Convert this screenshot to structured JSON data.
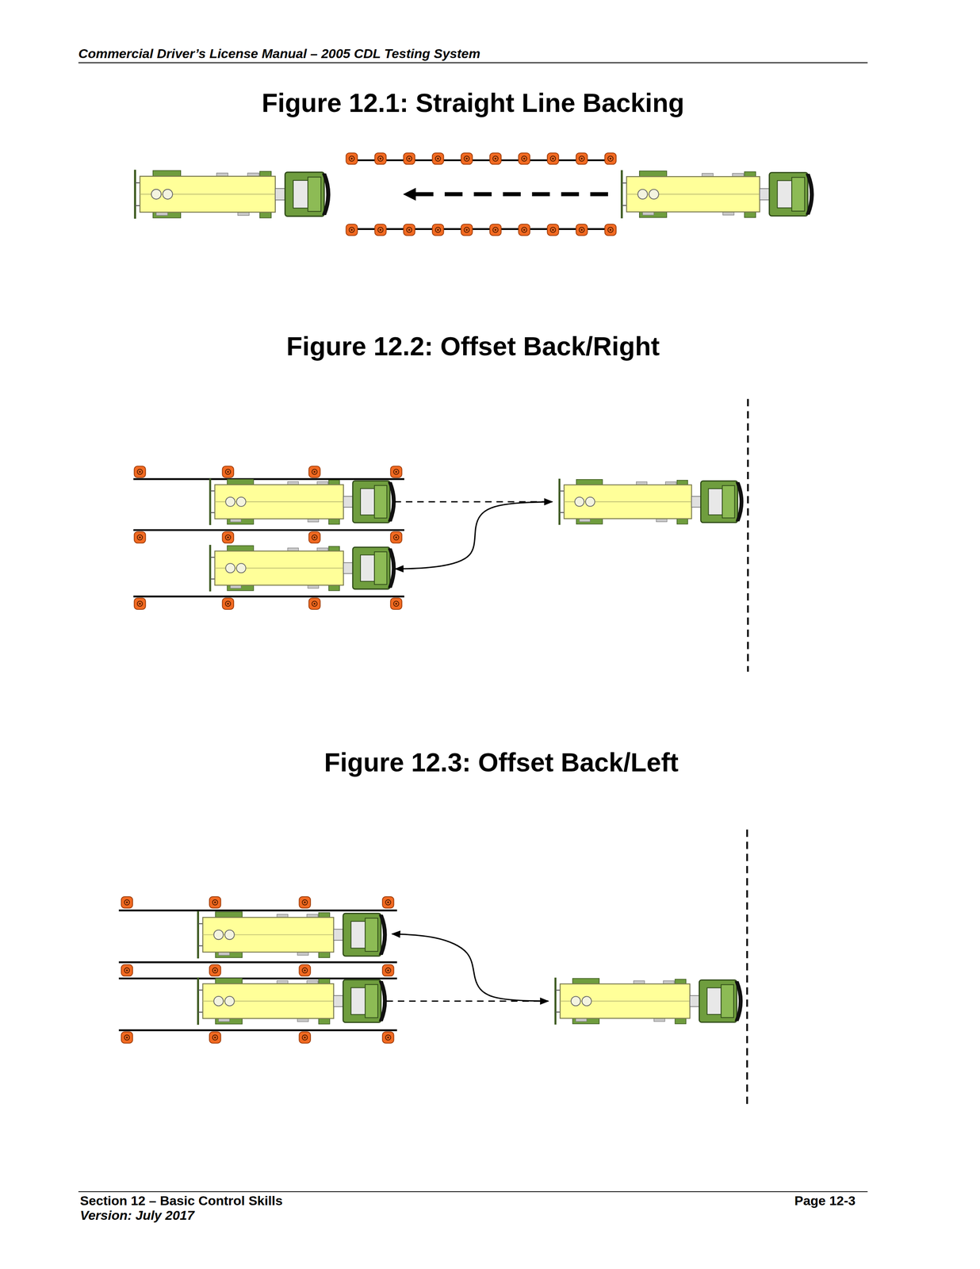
{
  "diagram": {
    "labels": [
      "Commercial Driver’s License Manual – 2005 CDL Testing System",
      "Figure 12.1: Straight Line Backing",
      "Figure 12.2: Offset Back/Right",
      "Figure 12.3: Offset Back/Left",
      "Section 12 – Basic Control Skills",
      "Version: July 2017",
      "Page 12-3"
    ]
  }
}
